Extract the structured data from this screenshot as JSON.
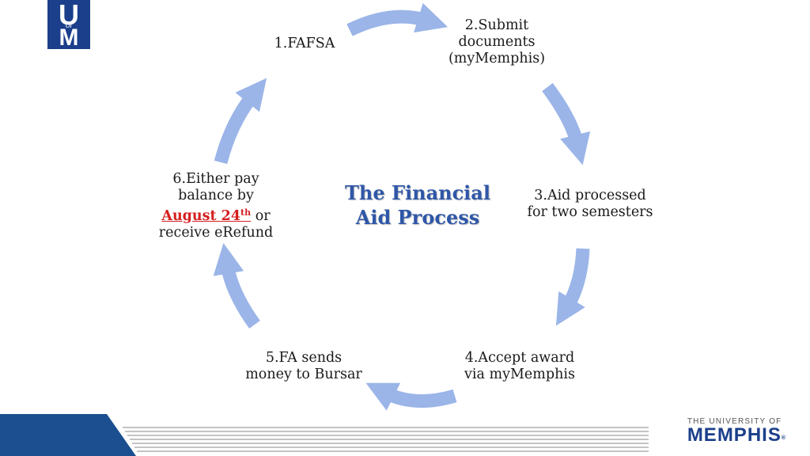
{
  "title": {
    "line1": "The Financial",
    "line2": "Aid Process"
  },
  "steps": [
    {
      "lines": [
        "1.FAFSA"
      ]
    },
    {
      "lines": [
        "2.Submit",
        "documents",
        "(myMemphis)"
      ]
    },
    {
      "lines": [
        "3.Aid processed",
        "for two semesters"
      ]
    },
    {
      "lines": [
        "4.Accept award",
        "via myMemphis"
      ]
    },
    {
      "lines": [
        "5.FA sends",
        "money to Bursar"
      ]
    },
    {
      "line1": "6.Either pay",
      "line2": "balance by",
      "deadline": "August 24",
      "deadline_suffix": "th",
      "after_deadline": "or",
      "line4": "receive eRefund"
    }
  ],
  "logo": {
    "top": "U",
    "middle": "of",
    "bottom": "M"
  },
  "footer": {
    "small": "THE UNIVERSITY OF",
    "big": "MEMPHIS",
    "mark": "®"
  },
  "colors": {
    "arrow": "#9bb5e8",
    "title": "#2f57a8",
    "deadline": "#d61f1f",
    "brand_blue": "#1b3f8b"
  }
}
